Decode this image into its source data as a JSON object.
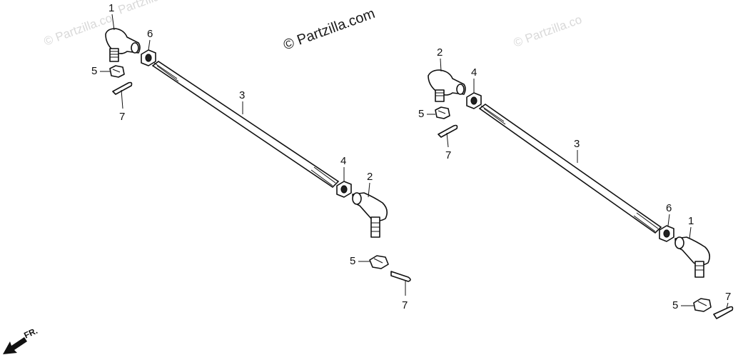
{
  "watermark": {
    "main": "© Partzilla.com",
    "faint_left": "© Partzilla.co",
    "faint_top": "Partzilla.co",
    "faint_right": "© Partzilla.co"
  },
  "direction_label": "FR.",
  "callouts": {
    "left": {
      "p1": "1",
      "p6": "6",
      "p5": "5",
      "p7a": "7",
      "p3": "3",
      "p4": "4",
      "p2": "2",
      "p5b": "5",
      "p7b": "7"
    },
    "right": {
      "p2": "2",
      "p4": "4",
      "p5": "5",
      "p7a": "7",
      "p3": "3",
      "p6": "6",
      "p1": "1",
      "p5b": "5",
      "p7b": "7"
    }
  }
}
